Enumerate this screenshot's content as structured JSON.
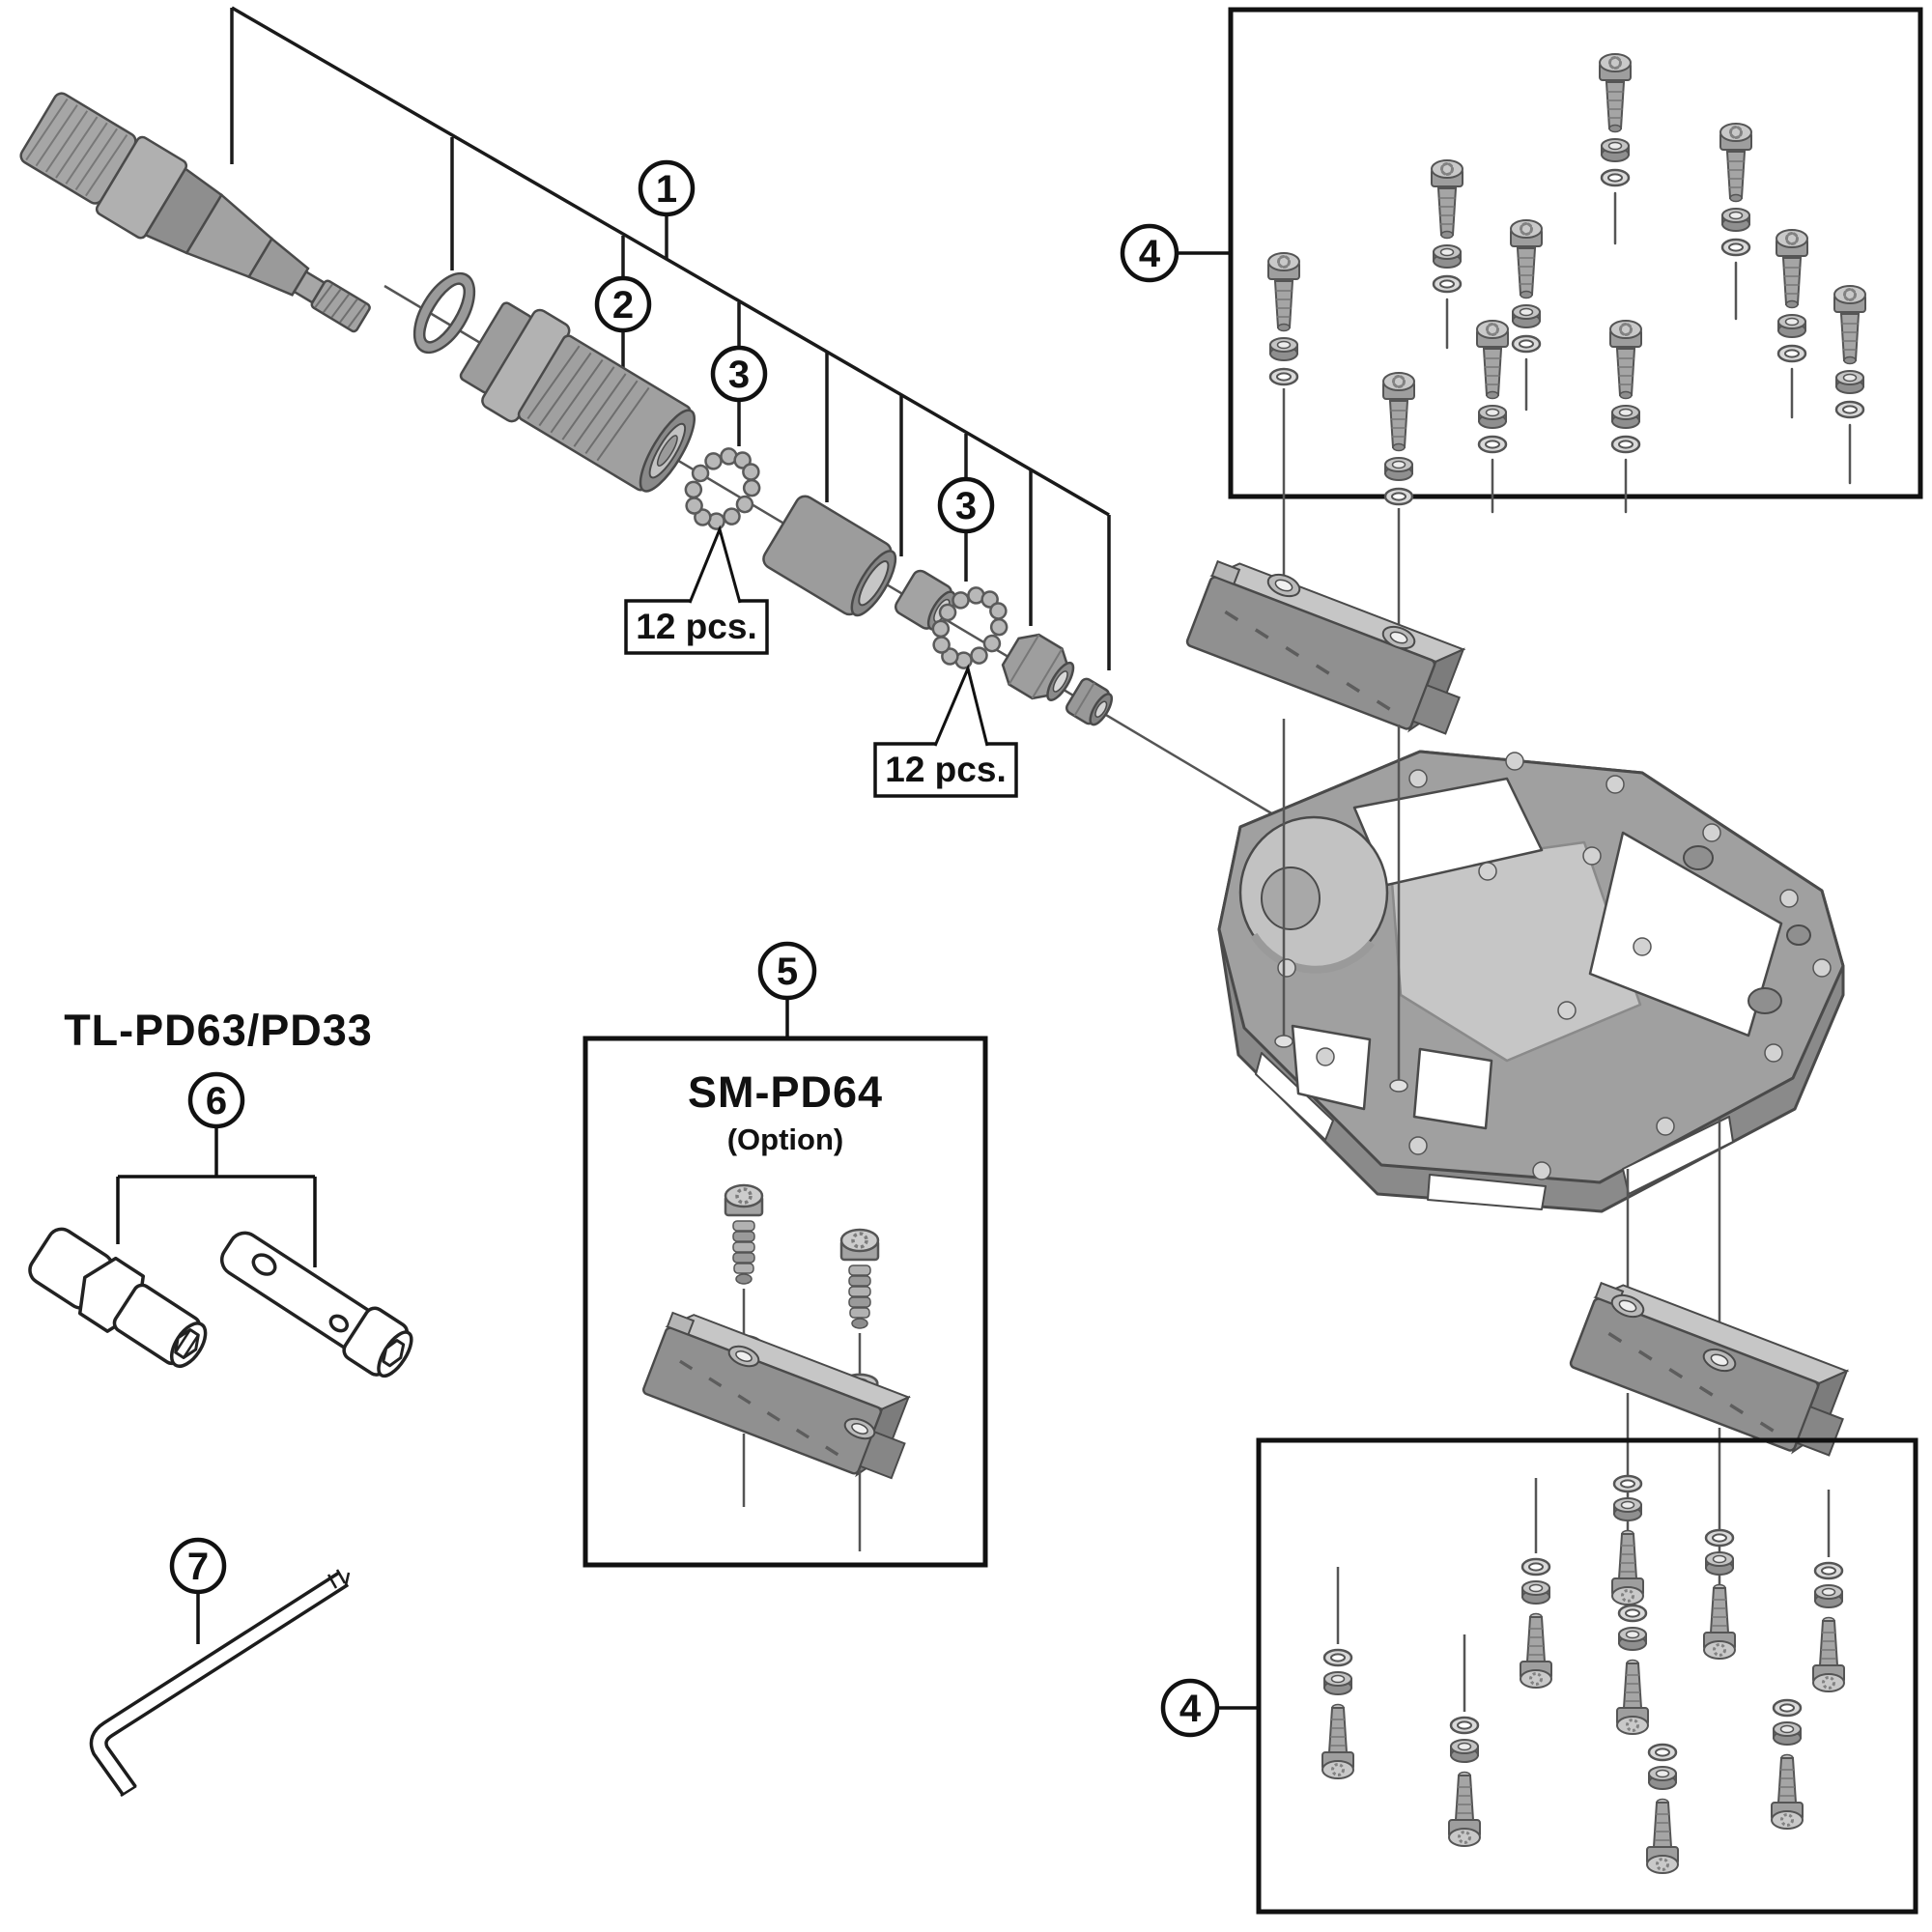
{
  "labels": {
    "tools_model": "TL-PD63/PD33",
    "option_model": "SM-PD64",
    "option_note": "(Option)",
    "ball_quantity": "12 pcs."
  },
  "callouts": {
    "c1": "1",
    "c2": "2",
    "c3": "3",
    "c4": "4",
    "c5": "5",
    "c6": "6",
    "c7": "7"
  },
  "colors": {
    "background": "#ffffff",
    "outline": "#111111",
    "part_outline": "#4a4a4a",
    "part_fill": "#a0a0a0",
    "part_light": "#c6c6c6",
    "part_dark": "#8a8a8a"
  }
}
